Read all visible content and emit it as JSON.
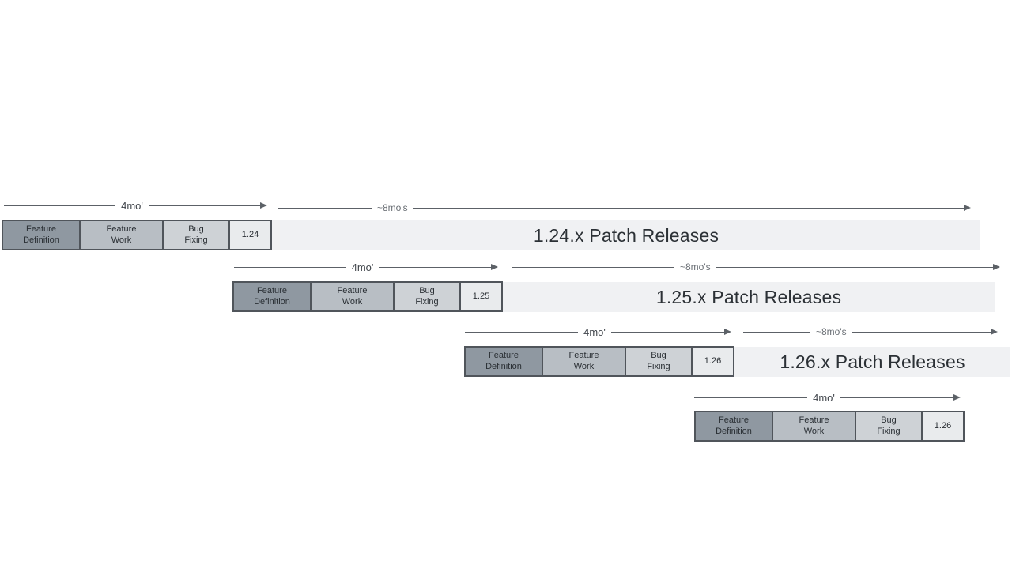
{
  "rows": [
    {
      "feature_duration": "4mo'",
      "patch_duration": "~8mo's",
      "phases": [
        "Feature\nDefinition",
        "Feature\nWork",
        "Bug\nFixing"
      ],
      "version": "1.24",
      "patch_label": "1.24.x Patch Releases"
    },
    {
      "feature_duration": "4mo'",
      "patch_duration": "~8mo's",
      "phases": [
        "Feature\nDefinition",
        "Feature\nWork",
        "Bug\nFixing"
      ],
      "version": "1.25",
      "patch_label": "1.25.x Patch Releases"
    },
    {
      "feature_duration": "4mo'",
      "patch_duration": "~8mo's",
      "phases": [
        "Feature\nDefinition",
        "Feature\nWork",
        "Bug\nFixing"
      ],
      "version": "1.26",
      "patch_label": "1.26.x Patch Releases"
    },
    {
      "feature_duration": "4mo'",
      "phases": [
        "Feature\nDefinition",
        "Feature\nWork",
        "Bug\nFixing"
      ],
      "version": "1.26"
    }
  ],
  "colors": {
    "phase_definition_fill": "#8f98a1",
    "phase_work_fill": "#b8bec4",
    "phase_bug_fixing_fill": "#ced2d6",
    "version_box_fill": "#e9ebed",
    "patch_bar_fill": "#f0f1f3",
    "box_border": "#50555b",
    "arrow": "#5c6167",
    "text_dark": "#2c3136",
    "label_muted": "#6a6f75",
    "background": "#ffffff"
  }
}
